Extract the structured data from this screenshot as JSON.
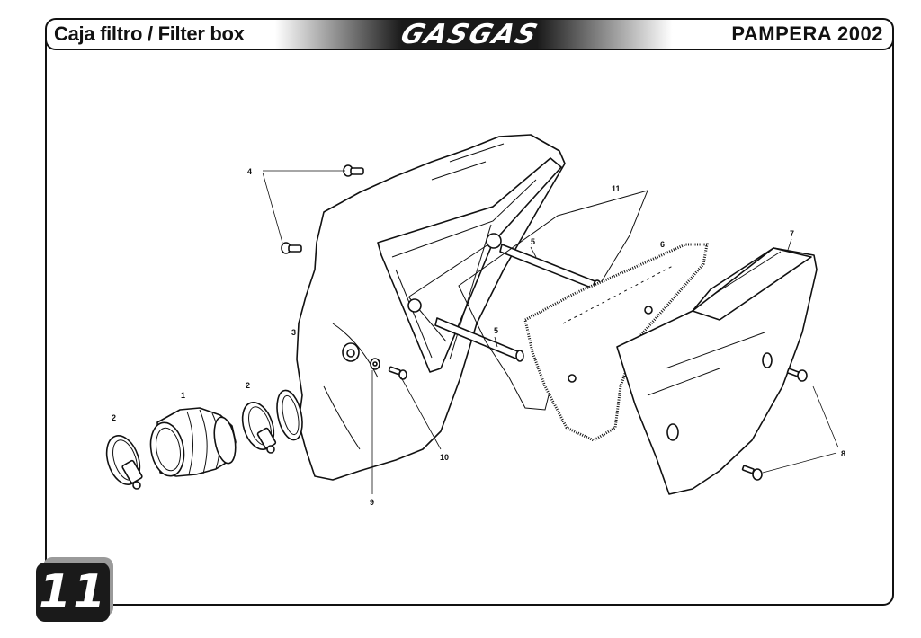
{
  "header": {
    "title_left": "Caja filtro / Filter box",
    "brand": "GASGAS",
    "title_right": "PAMPERA 2002"
  },
  "page_number": "11",
  "callouts": {
    "c1": "1",
    "c2a": "2",
    "c2b": "2",
    "c3": "3",
    "c4": "4",
    "c5a": "5",
    "c5b": "5",
    "c6": "6",
    "c7": "7",
    "c8": "8",
    "c9": "9",
    "c10": "10",
    "c11": "11"
  },
  "colors": {
    "ink": "#111111",
    "header_dark": "#1a1a1a",
    "paper": "#ffffff"
  }
}
